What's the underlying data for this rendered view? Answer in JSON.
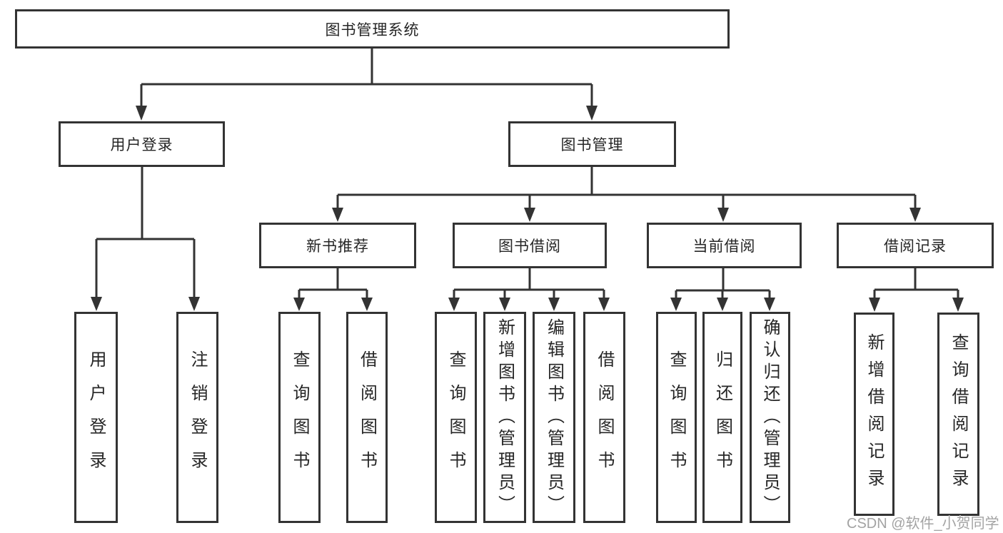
{
  "diagram": {
    "root": {
      "label": "图书管理系统"
    },
    "branches": [
      {
        "label": "用户登录",
        "children": [
          {
            "label": "用户登录"
          },
          {
            "label": "注销登录"
          }
        ]
      },
      {
        "label": "图书管理",
        "children": [
          {
            "label": "新书推荐",
            "children": [
              {
                "label": "查询图书"
              },
              {
                "label": "借阅图书"
              }
            ]
          },
          {
            "label": "图书借阅",
            "children": [
              {
                "label": "查询图书"
              },
              {
                "label": "新增图书（管理员）"
              },
              {
                "label": "编辑图书（管理员）"
              },
              {
                "label": "借阅图书"
              }
            ]
          },
          {
            "label": "当前借阅",
            "children": [
              {
                "label": "查询图书"
              },
              {
                "label": "归还图书"
              },
              {
                "label": "确认归还（管理员）"
              }
            ]
          },
          {
            "label": "借阅记录",
            "children": [
              {
                "label": "新增借阅记录"
              },
              {
                "label": "查询借阅记录"
              }
            ]
          }
        ]
      }
    ]
  },
  "watermark": {
    "text": "CSDN @软件_小贺同学"
  },
  "colors": {
    "line": "#333333",
    "box_border": "#333333",
    "text": "#262626",
    "background": "#ffffff",
    "watermark": "#a3a3a3"
  }
}
